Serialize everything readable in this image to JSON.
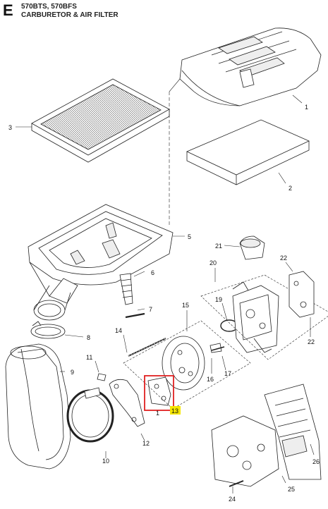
{
  "header": {
    "section_letter": "E",
    "models": "570BTS, 570BFS",
    "title": "CARBURETOR & AIR FILTER"
  },
  "callouts": [
    "1",
    "2",
    "3",
    "5",
    "6",
    "7",
    "8",
    "9",
    "10",
    "11",
    "12",
    "13",
    "14",
    "15",
    "16",
    "17",
    "19",
    "20",
    "21",
    "22",
    "22",
    "24",
    "25",
    "26",
    "1"
  ],
  "highlight": {
    "label": "13",
    "box_color": "#e02020",
    "label_bg": "#f5e600"
  },
  "colors": {
    "line": "#222222",
    "part_fill": "#ffffff",
    "shade": "#d8d8d8"
  }
}
